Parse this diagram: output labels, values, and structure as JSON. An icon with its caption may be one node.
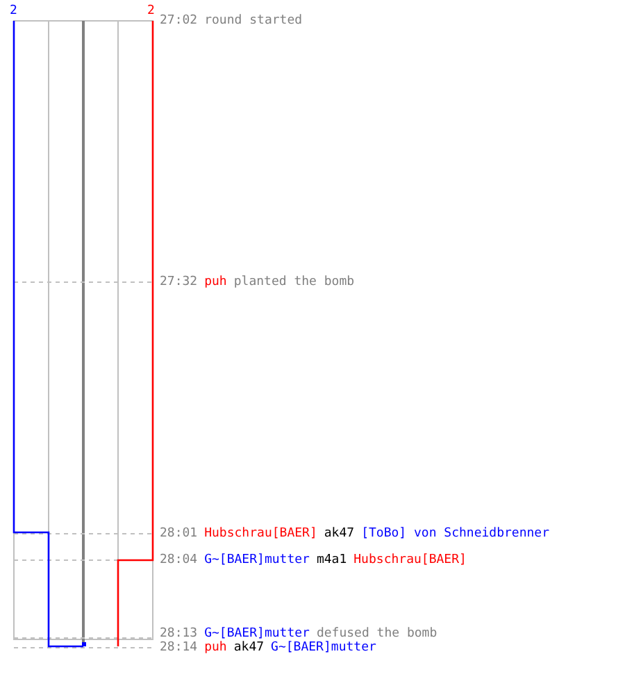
{
  "diagram": {
    "labels": [
      "2",
      "2",
      "27:02",
      "round started",
      "27:32",
      "puh",
      "planted the bomb",
      "28:01",
      "Hubschrau[BAER]",
      "ak47",
      "[ToBo] von Schneidbrenner",
      "28:04",
      "G~[BAER]mutter",
      "m4a1",
      "Hubschrau[BAER]",
      "28:13",
      "G~[BAER]mutter",
      "defused the bomb",
      "28:14",
      "puh",
      "ak47",
      "G~[BAER]mutter"
    ]
  }
}
